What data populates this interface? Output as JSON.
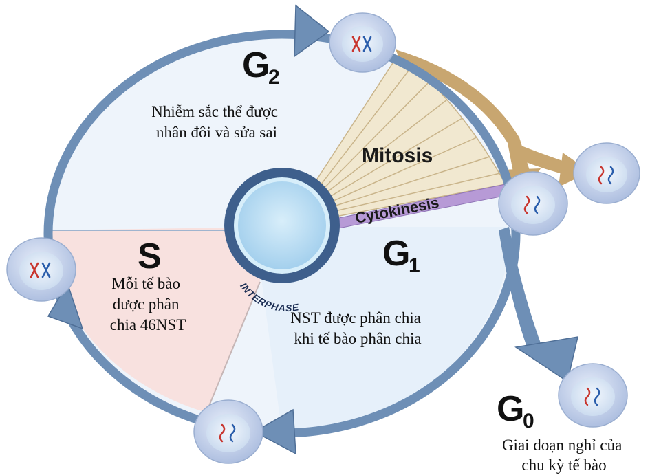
{
  "phases": {
    "g2": {
      "letter": "G",
      "sub": "2",
      "description": [
        "Nhiễm sắc thể được",
        "nhân đôi và sửa sai"
      ]
    },
    "s": {
      "letter": "S",
      "description": [
        "Mỗi tế bào",
        "được phân",
        "chia 46NST"
      ]
    },
    "g1": {
      "letter": "G",
      "sub": "1",
      "description": [
        "NST được phân chia",
        "khi tế bào phân chia"
      ]
    },
    "g0": {
      "letter": "G",
      "sub": "0",
      "description": [
        "Giai đoạn nghỉ của",
        "chu kỳ tế bào"
      ]
    }
  },
  "mitosis_label": "Mitosis",
  "cytokinesis_label": "Cytokinesis",
  "interphase_label": "INTERPHASE",
  "colors": {
    "ring": "#6e8fb6",
    "g2_region": "#eef4fb",
    "s_region": "#f8e1df",
    "g1_region": "#e9f2fb",
    "mitosis_fan": "#f0e7cf",
    "mitosis_arrow": "#c8a670",
    "cytokinesis_band": "#b79ad6",
    "cell_fill": "#c9d7ee",
    "nucleus_fill": "#dce8f6",
    "center_fill": "#bfe1f4"
  }
}
